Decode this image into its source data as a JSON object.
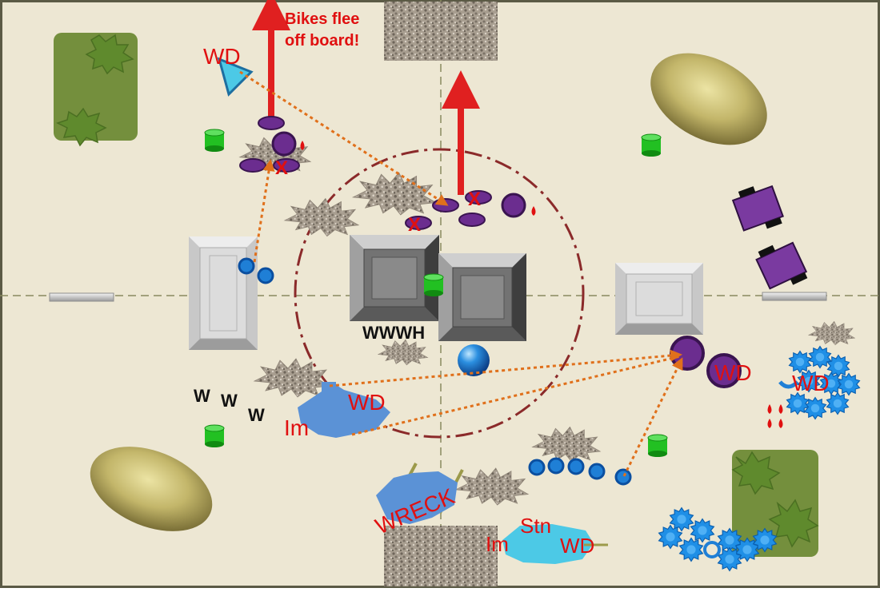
{
  "board": {
    "colors": {
      "table": "#ede7d3",
      "border": "#5b5a45",
      "centerline": "#8a8a60",
      "objective_ring": "#8b2a2a",
      "move_arrow": "#e02020",
      "fire_line": "#e0701b",
      "text_red": "#e01010",
      "purple": "#6b2d8f",
      "blue": "#1f7fd6",
      "cyan": "#4cc9e6",
      "vehicle_blue": "#5b92d6",
      "objective_marker": "#20c020",
      "forest": "#748f3d",
      "hill": "#c8bb6e"
    },
    "icons": [
      "objective-marker-icon",
      "explosion-crater-icon",
      "blood-drop-icon",
      "casualty-x-icon"
    ]
  },
  "annotations": {
    "bikes_flee_line1": "Bikes flee",
    "bikes_flee_line2": "off board!",
    "wd_top_left": "WD",
    "wd_right_unit": "WD",
    "wd_right_blob": "WD",
    "wd_left_vehicle": "WD",
    "wd_bottom_vehicle": "WD",
    "im_left": "Im",
    "im_bottom": "Im",
    "stn_bottom": "Stn",
    "wreck": "WRECK",
    "wwwh": "WWWH",
    "w1": "W",
    "w2": "W",
    "w3": "W",
    "x_mark": "X"
  }
}
